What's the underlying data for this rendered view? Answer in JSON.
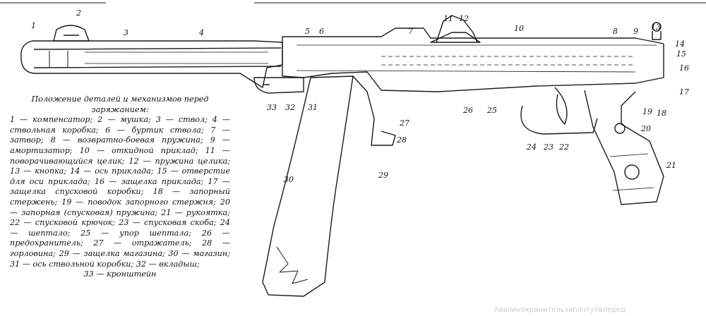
{
  "caption": {
    "title": "Положение деталей и механизмов перед заряжанием:",
    "body": "1 — компенсатор; 2 — мушка; 3 — ствол; 4 — ствольная коробка; 6 — буртик ствола; 7 — затвор; 8 — возвратно-боевая пружина; 9 — амортизатор; 10 — откидной приклад; 11 — поворачивающийся целик; 12 — пружина целика; 13 — кнопка; 14 — ось приклада; 15 — отверстие для оси приклада; 16 — защелка приклада; 17 — защелка спусковой коробки; 18 — запорный стержень; 19 — поводок запорного стержня; 20 — запорная (спусковая) пружина; 21 — рукоятка; 22 — спусковой крючок; 23 — спусковая скоба; 24 — шептало; 25 — упор шептала; 26 — предохранитель; 27 — отражатель; 28 — горловина; 29 — защелка магазина; 30 — магазин; 31 — ось ствольной коробки; 32 — вкладыш;",
    "tail": "33 — кронштейн"
  },
  "callouts": [
    "1",
    "2",
    "3",
    "4",
    "5",
    "6",
    "7",
    "8",
    "9",
    "10",
    "11",
    "12",
    "13",
    "14",
    "15",
    "16",
    "17",
    "18",
    "19",
    "20",
    "21",
    "22",
    "23",
    "24",
    "25",
    "26",
    "27",
    "28",
    "29",
    "30",
    "31",
    "32",
    "33",
    "23"
  ],
  "ghost_text": [
    "лавлинохранительзаплчтупвперед"
  ]
}
